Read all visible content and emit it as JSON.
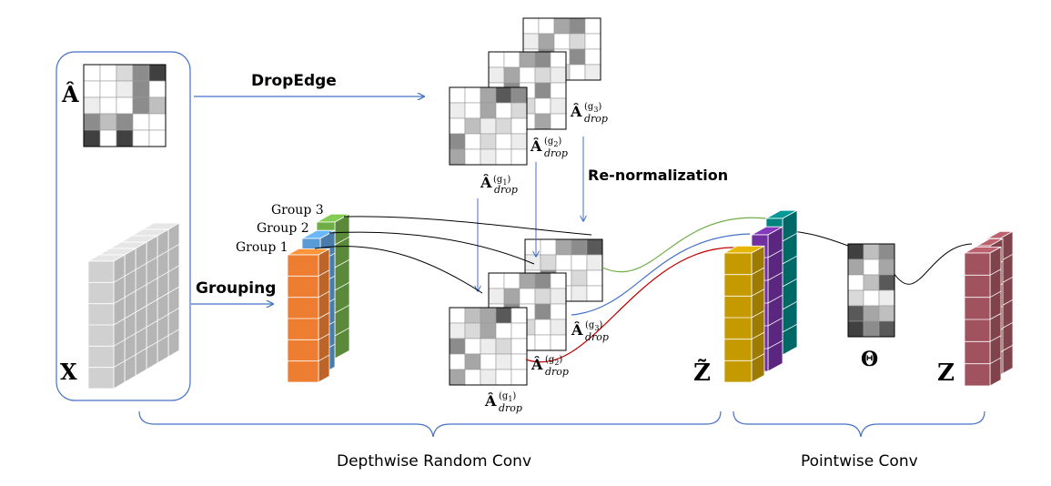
{
  "labels": {
    "adjacency_symbol": "Â",
    "features_symbol": "X",
    "dropedge": "DropEdge",
    "grouping": "Grouping",
    "renormalization": "Re-normalization",
    "group_1": "Group 1",
    "group_2": "Group 2",
    "group_3": "Group 3",
    "a_drop_base": "Â",
    "a_drop_sub": "drop",
    "g1": "(g",
    "g1_sub": "1",
    "g2_sub": "2",
    "g3_sub": "3",
    "paren_close": ")",
    "z_tilde": "Z̃",
    "theta": "Θ",
    "z": "Z",
    "depthwise": "Depthwise Random Conv",
    "pointwise": "Pointwise Conv"
  },
  "colors": {
    "group_1": "#ED7D31",
    "group_2": "#5B9BD5",
    "group_3": "#70AD47",
    "z_tilde_1": "#C49A00",
    "z_tilde_2": "#7030A0",
    "z_tilde_3": "#00827F",
    "z_out": "#A0525E",
    "grey_block": "#D0D0D0",
    "arrow_blue": "#4472C4",
    "curve_green": "#70AD47",
    "curve_blue": "#4472C4",
    "curve_red": "#C00000",
    "curve_black": "#000000"
  }
}
